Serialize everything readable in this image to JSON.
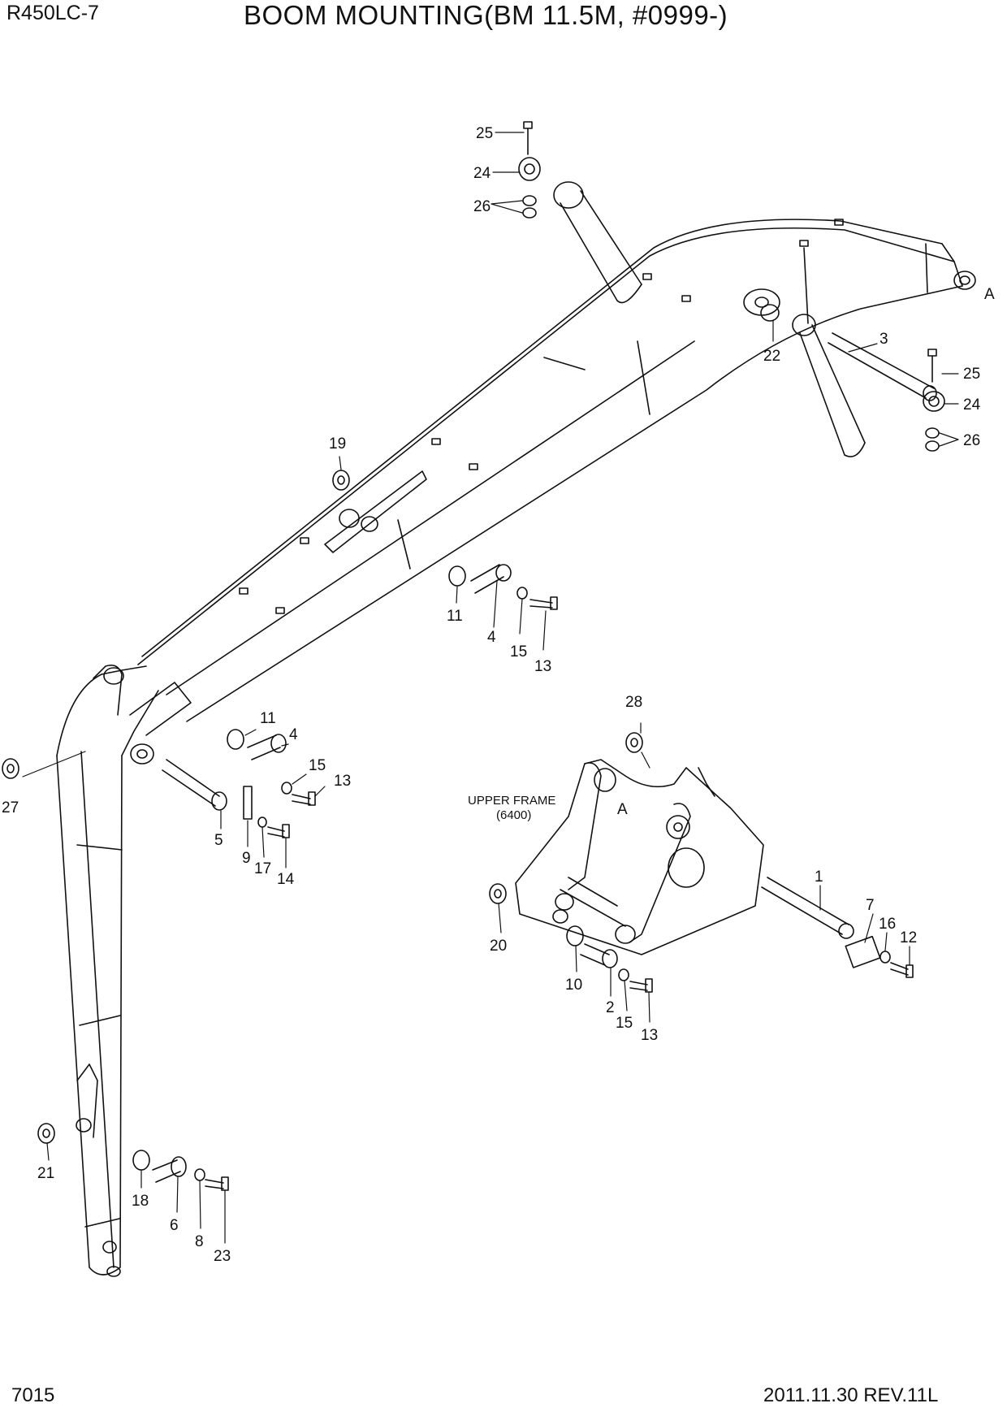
{
  "header": {
    "model": "R450LC-7",
    "title": "BOOM MOUNTING(BM 11.5M, #0999-)"
  },
  "footer": {
    "page_number": "7015",
    "revision": "2011.11.30  REV.11L"
  },
  "frame_label": {
    "line1": "UPPER FRAME",
    "line2": "(6400)"
  },
  "ref_marks": [
    "A",
    "A"
  ],
  "callouts": [
    "25",
    "24",
    "26",
    "3",
    "22",
    "25",
    "24",
    "26",
    "19",
    "11",
    "4",
    "15",
    "13",
    "11",
    "4",
    "15",
    "13",
    "5",
    "9",
    "17",
    "14",
    "27",
    "28",
    "1",
    "7",
    "16",
    "12",
    "20",
    "10",
    "2",
    "15",
    "13",
    "21",
    "18",
    "6",
    "8",
    "23"
  ]
}
